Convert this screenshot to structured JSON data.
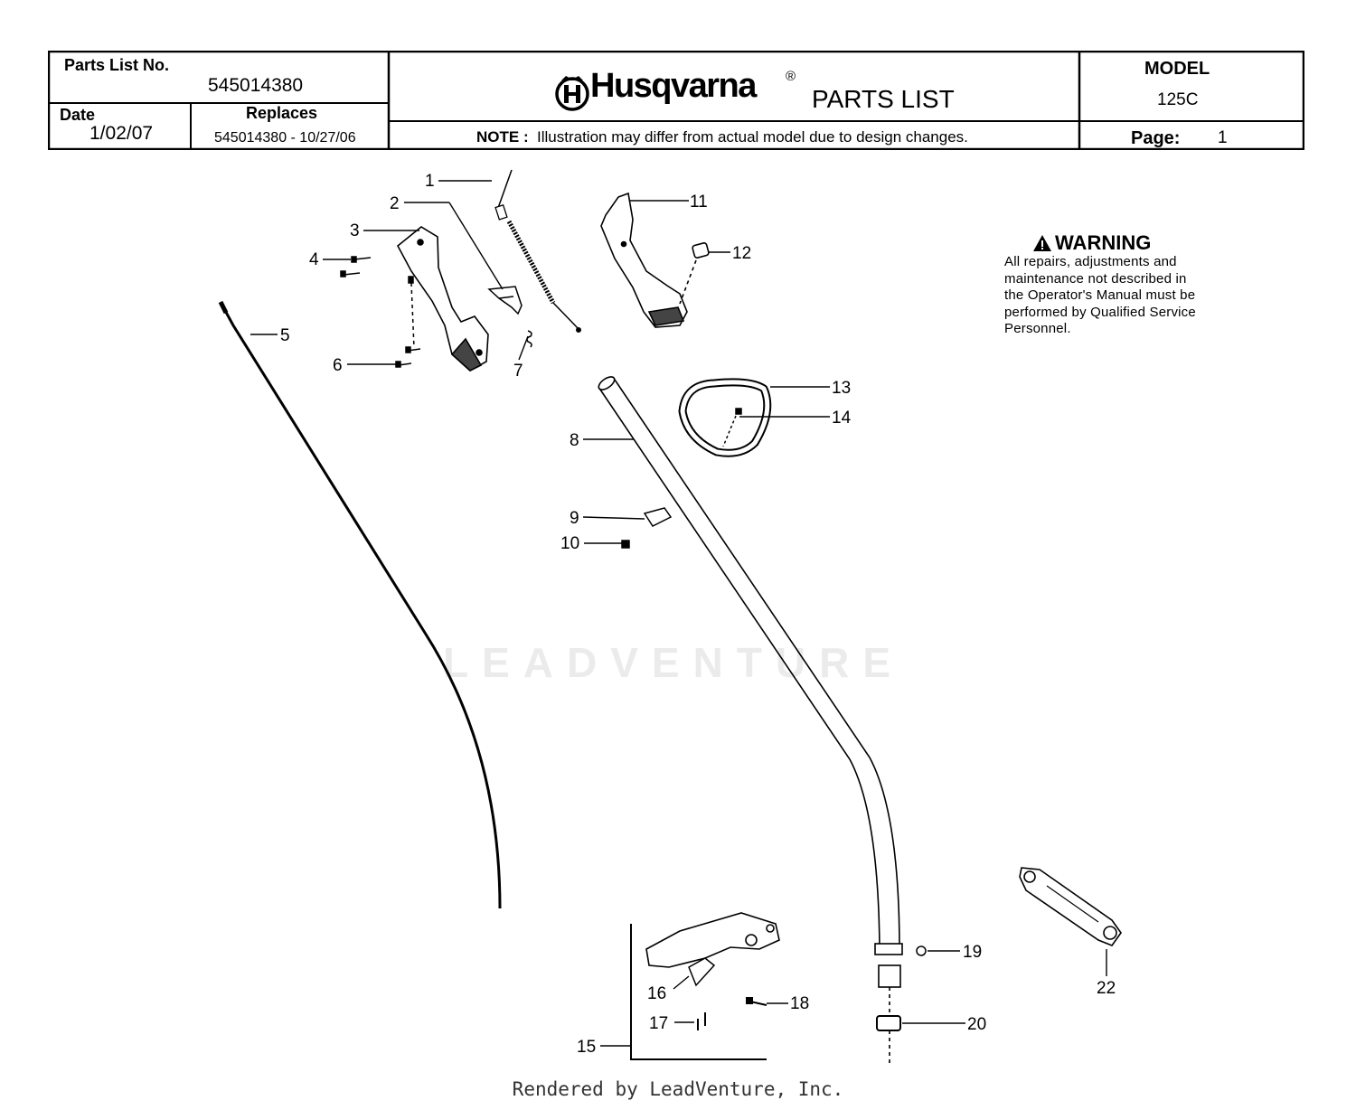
{
  "header": {
    "parts_list_no_label": "Parts List No.",
    "parts_list_no": "545014380",
    "brand": "Husqvarna",
    "registered_mark": "®",
    "doc_title": "PARTS LIST",
    "model_label": "MODEL",
    "model": "125C",
    "date_label": "Date",
    "date": "1/02/07",
    "replaces_label": "Replaces",
    "replaces": "545014380 - 10/27/06",
    "note_label": "NOTE :",
    "note": "Illustration may differ from actual model due to design changes.",
    "page_label": "Page:",
    "page": "1"
  },
  "warning": {
    "title": "WARNING",
    "lines": [
      "All repairs, adjustments and",
      "maintenance not described in",
      "the Operator's Manual must be",
      "performed by Qualified Service",
      "Personnel."
    ]
  },
  "callouts": [
    "1",
    "2",
    "3",
    "4",
    "5",
    "6",
    "7",
    "8",
    "9",
    "10",
    "11",
    "12",
    "13",
    "14",
    "15",
    "16",
    "17",
    "18",
    "19",
    "20",
    "22"
  ],
  "watermark": "LEADVENTURE",
  "footer": "Rendered by LeadVenture, Inc."
}
